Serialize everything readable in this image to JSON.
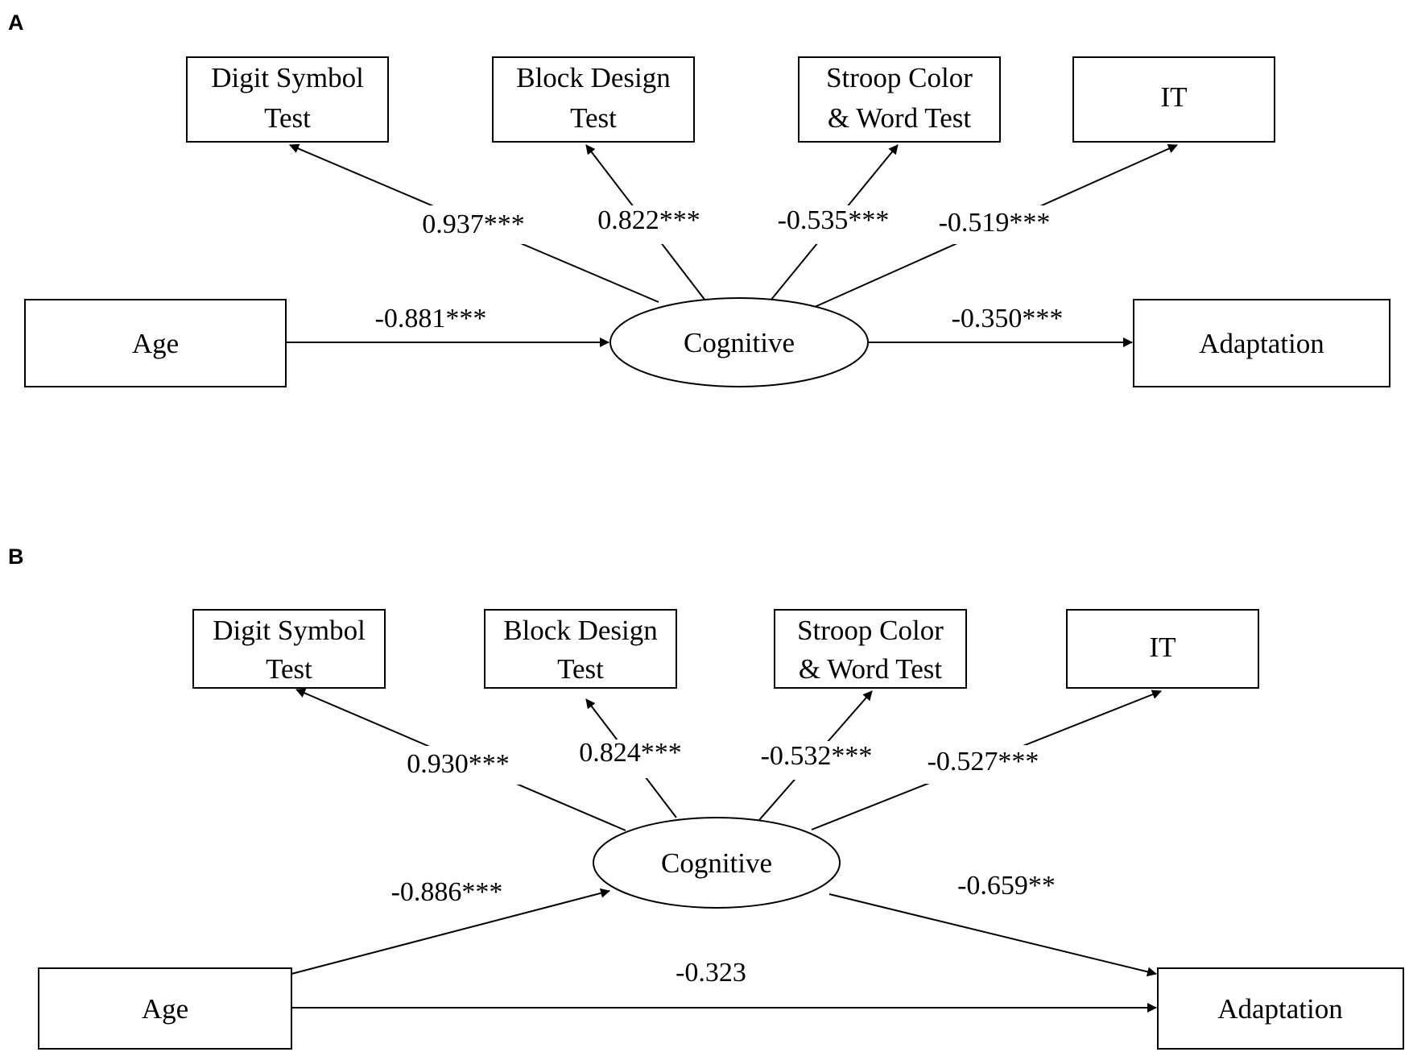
{
  "panels": [
    {
      "label": "A",
      "nodes": {
        "digit_symbol": [
          "Digit Symbol",
          "Test"
        ],
        "block_design": [
          "Block Design",
          "Test"
        ],
        "stroop": [
          "Stroop Color",
          "& Word Test"
        ],
        "it": [
          "IT"
        ],
        "age": [
          "Age"
        ],
        "cognitive": [
          "Cognitive"
        ],
        "adaptation": [
          "Adaptation"
        ]
      },
      "coefficients": {
        "cognitive_to_digit_symbol": "0.937***",
        "cognitive_to_block_design": "0.822***",
        "cognitive_to_stroop": "-0.535***",
        "cognitive_to_it": "-0.519***",
        "age_to_cognitive": "-0.881***",
        "cognitive_to_adaptation": "-0.350***"
      }
    },
    {
      "label": "B",
      "nodes": {
        "digit_symbol": [
          "Digit Symbol",
          "Test"
        ],
        "block_design": [
          "Block Design",
          "Test"
        ],
        "stroop": [
          "Stroop Color",
          "& Word Test"
        ],
        "it": [
          "IT"
        ],
        "age": [
          "Age"
        ],
        "cognitive": [
          "Cognitive"
        ],
        "adaptation": [
          "Adaptation"
        ]
      },
      "coefficients": {
        "cognitive_to_digit_symbol": "0.930***",
        "cognitive_to_block_design": "0.824***",
        "cognitive_to_stroop": "-0.532***",
        "cognitive_to_it": "-0.527***",
        "age_to_cognitive": "-0.886***",
        "cognitive_to_adaptation": "-0.659**",
        "age_to_adaptation": "-0.323"
      }
    }
  ]
}
